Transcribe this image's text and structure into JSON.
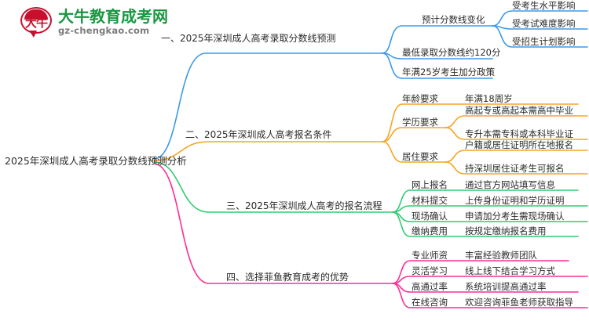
{
  "logo": {
    "mark_text": "大牛",
    "title": "大牛教育成考网",
    "domain": "gz-chengkao.com",
    "brand_green": "#1a9641",
    "brand_red": "#c8102e"
  },
  "mindmap": {
    "root": "2025年深圳成人高考录取分数线预测分析",
    "branch_colors": [
      "#3d9ae8",
      "#f5a623",
      "#2ecc71",
      "#ff2d95"
    ],
    "branches": [
      {
        "label": "一、2025年深圳成人高考录取分数线预测",
        "color": "#3d9ae8",
        "children": [
          {
            "label": "预计分数线变化",
            "children": [
              {
                "label": "受考生水平影响"
              },
              {
                "label": "受考试难度影响"
              },
              {
                "label": "受招生计划影响"
              }
            ]
          },
          {
            "label": "最低录取分数线约120分",
            "children": []
          },
          {
            "label": "年满25岁考生加分政策",
            "children": []
          }
        ]
      },
      {
        "label": "二、2025年深圳成人高考报名条件",
        "color": "#f5a623",
        "children": [
          {
            "label": "年龄要求",
            "children": [
              {
                "label": "年满18周岁"
              }
            ]
          },
          {
            "label": "学历要求",
            "children": [
              {
                "label": "高起专或高起本需高中毕业"
              },
              {
                "label": "专升本需专科或本科毕业证"
              }
            ]
          },
          {
            "label": "居住要求",
            "children": [
              {
                "label": "户籍或居住证明所在地报名"
              },
              {
                "label": "持深圳居住证考生可报名"
              }
            ]
          }
        ]
      },
      {
        "label": "三、2025年深圳成人高考的报名流程",
        "color": "#2ecc71",
        "children": [
          {
            "label": "网上报名",
            "children": [
              {
                "label": "通过官方网站填写信息"
              }
            ]
          },
          {
            "label": "材料提交",
            "children": [
              {
                "label": "上传身份证明和学历证明"
              }
            ]
          },
          {
            "label": "现场确认",
            "children": [
              {
                "label": "申请加分考生需现场确认"
              }
            ]
          },
          {
            "label": "缴纳费用",
            "children": [
              {
                "label": "按规定缴纳报名费用"
              }
            ]
          }
        ]
      },
      {
        "label": "四、选择菲鱼教育成考的优势",
        "color": "#ff2d95",
        "children": [
          {
            "label": "专业师资",
            "children": [
              {
                "label": "丰富经验教师团队"
              }
            ]
          },
          {
            "label": "灵活学习",
            "children": [
              {
                "label": "线上线下结合学习方式"
              }
            ]
          },
          {
            "label": "高通过率",
            "children": [
              {
                "label": "系统培训提高通过率"
              }
            ]
          },
          {
            "label": "在线咨询",
            "children": [
              {
                "label": "欢迎咨询菲鱼老师获取指导"
              }
            ]
          }
        ]
      }
    ]
  }
}
